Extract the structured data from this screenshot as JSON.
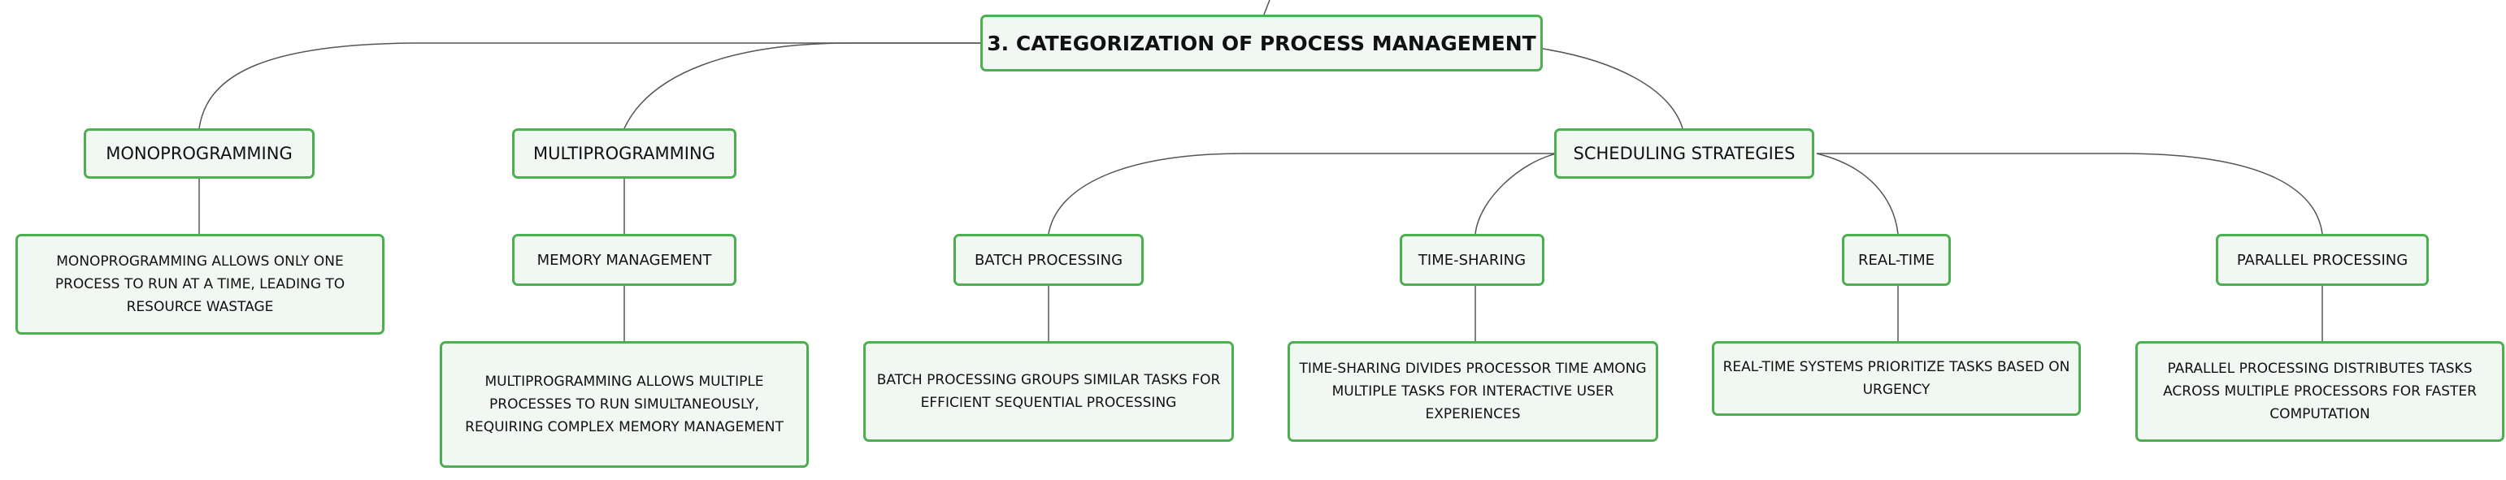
{
  "root": "3. CATEGORIZATION OF PROCESS MANAGEMENT",
  "branches": {
    "monoprogramming": {
      "title": "MONOPROGRAMMING",
      "description": "MONOPROGRAMMING ALLOWS ONLY ONE PROCESS TO RUN AT A TIME, LEADING TO RESOURCE WASTAGE"
    },
    "multiprogramming": {
      "title": "MULTIPROGRAMMING",
      "child": "MEMORY MANAGEMENT",
      "description": "MULTIPROGRAMMING ALLOWS MULTIPLE PROCESSES TO RUN SIMULTANEOUSLY, REQUIRING COMPLEX MEMORY MANAGEMENT"
    },
    "scheduling": {
      "title": "SCHEDULING STRATEGIES",
      "children": [
        {
          "title": "BATCH PROCESSING",
          "description": "BATCH PROCESSING GROUPS SIMILAR TASKS FOR EFFICIENT SEQUENTIAL PROCESSING"
        },
        {
          "title": "TIME-SHARING",
          "description": "TIME-SHARING DIVIDES PROCESSOR TIME AMONG MULTIPLE TASKS FOR INTERACTIVE USER EXPERIENCES"
        },
        {
          "title": "REAL-TIME",
          "description": "REAL-TIME SYSTEMS PRIORITIZE TASKS BASED ON URGENCY"
        },
        {
          "title": "PARALLEL PROCESSING",
          "description": "PARALLEL PROCESSING DISTRIBUTES TASKS ACROSS MULTIPLE PROCESSORS FOR FASTER COMPUTATION"
        }
      ]
    }
  },
  "colors": {
    "node_border": "#4caf50",
    "node_fill": "#f1f8f3",
    "connector": "#555555"
  }
}
